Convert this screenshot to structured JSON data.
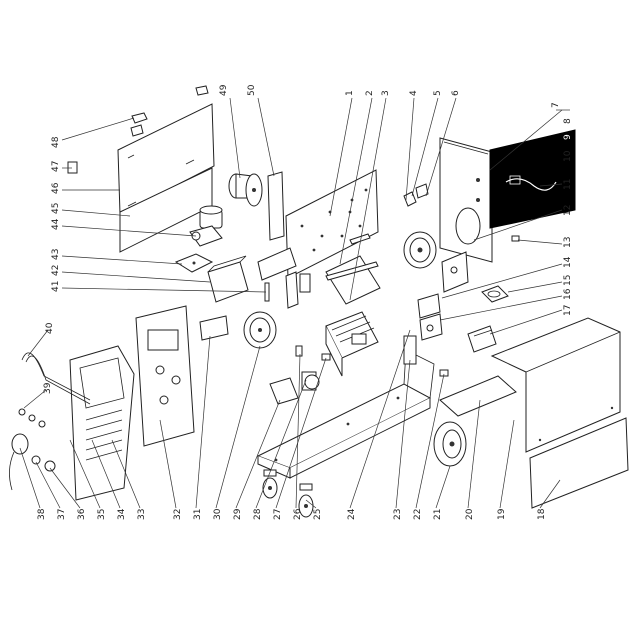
{
  "callouts": {
    "c1": "1",
    "c2": "2",
    "c3": "3",
    "c4": "4",
    "c5": "5",
    "c6": "6",
    "c7": "7",
    "c8": "8",
    "c9": "9",
    "c10": "10",
    "c11": "11",
    "c12": "12",
    "c13": "13",
    "c14": "14",
    "c15": "15",
    "c16": "16",
    "c17": "17",
    "c18": "18",
    "c19": "19",
    "c20": "20",
    "c21": "21",
    "c22": "22",
    "c23": "23",
    "c24": "24",
    "c25": "25",
    "c26": "26",
    "c27": "27",
    "c28": "28",
    "c29": "29",
    "c30": "30",
    "c31": "31",
    "c32": "32",
    "c33": "33",
    "c34": "34",
    "c35": "35",
    "c36": "36",
    "c37": "37",
    "c38": "38",
    "c39": "39",
    "c40": "40",
    "c41": "41",
    "c42": "42",
    "c43": "43",
    "c44": "44",
    "c45": "45",
    "c46": "46",
    "c47": "47",
    "c48": "48",
    "c49": "49",
    "c50": "50"
  },
  "colors": {
    "line": "#222222",
    "highlight_fill": "#000000",
    "background": "#ffffff"
  }
}
